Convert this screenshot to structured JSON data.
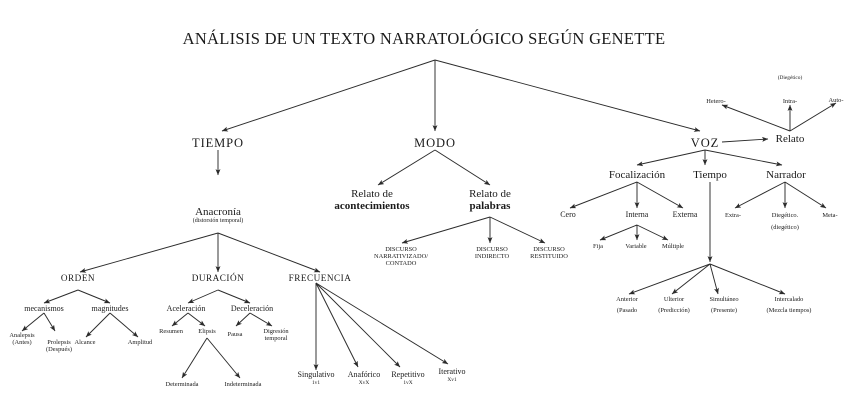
{
  "diagram": {
    "title": "ANÁLISIS DE UN TEXTO NARRATOLÓGICO SEGÚN GENETTE",
    "type": "tree-diagram",
    "language": "es",
    "colors": {
      "background": "#ffffff",
      "text": "#1a1a1a",
      "line": "#2b2b2b"
    }
  },
  "nodes": {
    "root": {
      "label": "ANÁLISIS DE UN TEXTO NARRATOLÓGICO SEGÚN GENETTE"
    },
    "tiempo": {
      "label": "TIEMPO"
    },
    "modo": {
      "label": "MODO"
    },
    "voz": {
      "label": "VOZ"
    },
    "anacronia": {
      "label": "Anacronía",
      "note": "(distorsión temporal)"
    },
    "orden": {
      "label": "ORDEN"
    },
    "duracion": {
      "label": "DURACIÓN"
    },
    "frecuencia": {
      "label": "FRECUENCIA"
    },
    "mecanismos": {
      "label": "mecanismos"
    },
    "magnitudes": {
      "label": "magnitudes"
    },
    "analepsis": {
      "label": "Analepsis",
      "note": "(Antes)"
    },
    "prolepsis": {
      "label": "Prolepsis",
      "note": "(Después)"
    },
    "alcance": {
      "label": "Alcance"
    },
    "amplitud": {
      "label": "Amplitud"
    },
    "aceleracion": {
      "label": "Aceleración"
    },
    "deceleracion": {
      "label": "Deceleración"
    },
    "resumen": {
      "label": "Resumen"
    },
    "elipsis": {
      "label": "Elipsis"
    },
    "pausa": {
      "label": "Pausa"
    },
    "digresion": {
      "label": "Digresión",
      "note": "temporal"
    },
    "determinada": {
      "label": "Determinada"
    },
    "indeterminada": {
      "label": "Indeterminada"
    },
    "singulativo": {
      "label": "Singulativo",
      "note": "1v1"
    },
    "anaforico": {
      "label": "Anafórico",
      "note": "XvX"
    },
    "repetitivo": {
      "label": "Repetitivo",
      "note": "1vX"
    },
    "iterativo": {
      "label": "Iterativo",
      "note": "Xv1"
    },
    "relato_acontecimientos": {
      "line1": "Relato de",
      "line2": "acontecimientos"
    },
    "relato_palabras": {
      "line1": "Relato de",
      "line2": "palabras"
    },
    "discurso_narrativizado": {
      "line1": "DISCURSO",
      "line2": "NARRATIVIZADO/",
      "line3": "CONTADO"
    },
    "discurso_indirecto": {
      "line1": "DISCURSO",
      "line2": "INDIRECTO"
    },
    "discurso_restituido": {
      "line1": "DISCURSO",
      "line2": "RESTITUIDO"
    },
    "focalizacion": {
      "label": "Focalización"
    },
    "voz_tiempo": {
      "label": "Tiempo"
    },
    "narrador": {
      "label": "Narrador"
    },
    "cero": {
      "label": "Cero"
    },
    "interna": {
      "label": "Interna"
    },
    "externa": {
      "label": "Externa"
    },
    "fija": {
      "label": "Fija"
    },
    "variable": {
      "label": "Variable"
    },
    "multiple": {
      "label": "Múltiple"
    },
    "anterior": {
      "label": "Anterior",
      "note": "(Pasado"
    },
    "ulterior": {
      "label": "Ulterior",
      "note": "(Predicción)"
    },
    "simultaneo": {
      "label": "Simultáneo",
      "note": "(Presente)"
    },
    "intercalado": {
      "label": "Intercalado",
      "note": "(Mezcla tiempos)"
    },
    "extra": {
      "label": "Extra-"
    },
    "diegetico": {
      "label": "Diegético.",
      "note": "(diegético)"
    },
    "meta": {
      "label": "Meta-"
    },
    "relato": {
      "label": "Relato"
    },
    "diegetico_paren": {
      "label": "(Diegético)"
    },
    "hetero": {
      "label": "Hetero-"
    },
    "intra": {
      "label": "Intra-"
    },
    "auto": {
      "label": "Auto-"
    }
  }
}
